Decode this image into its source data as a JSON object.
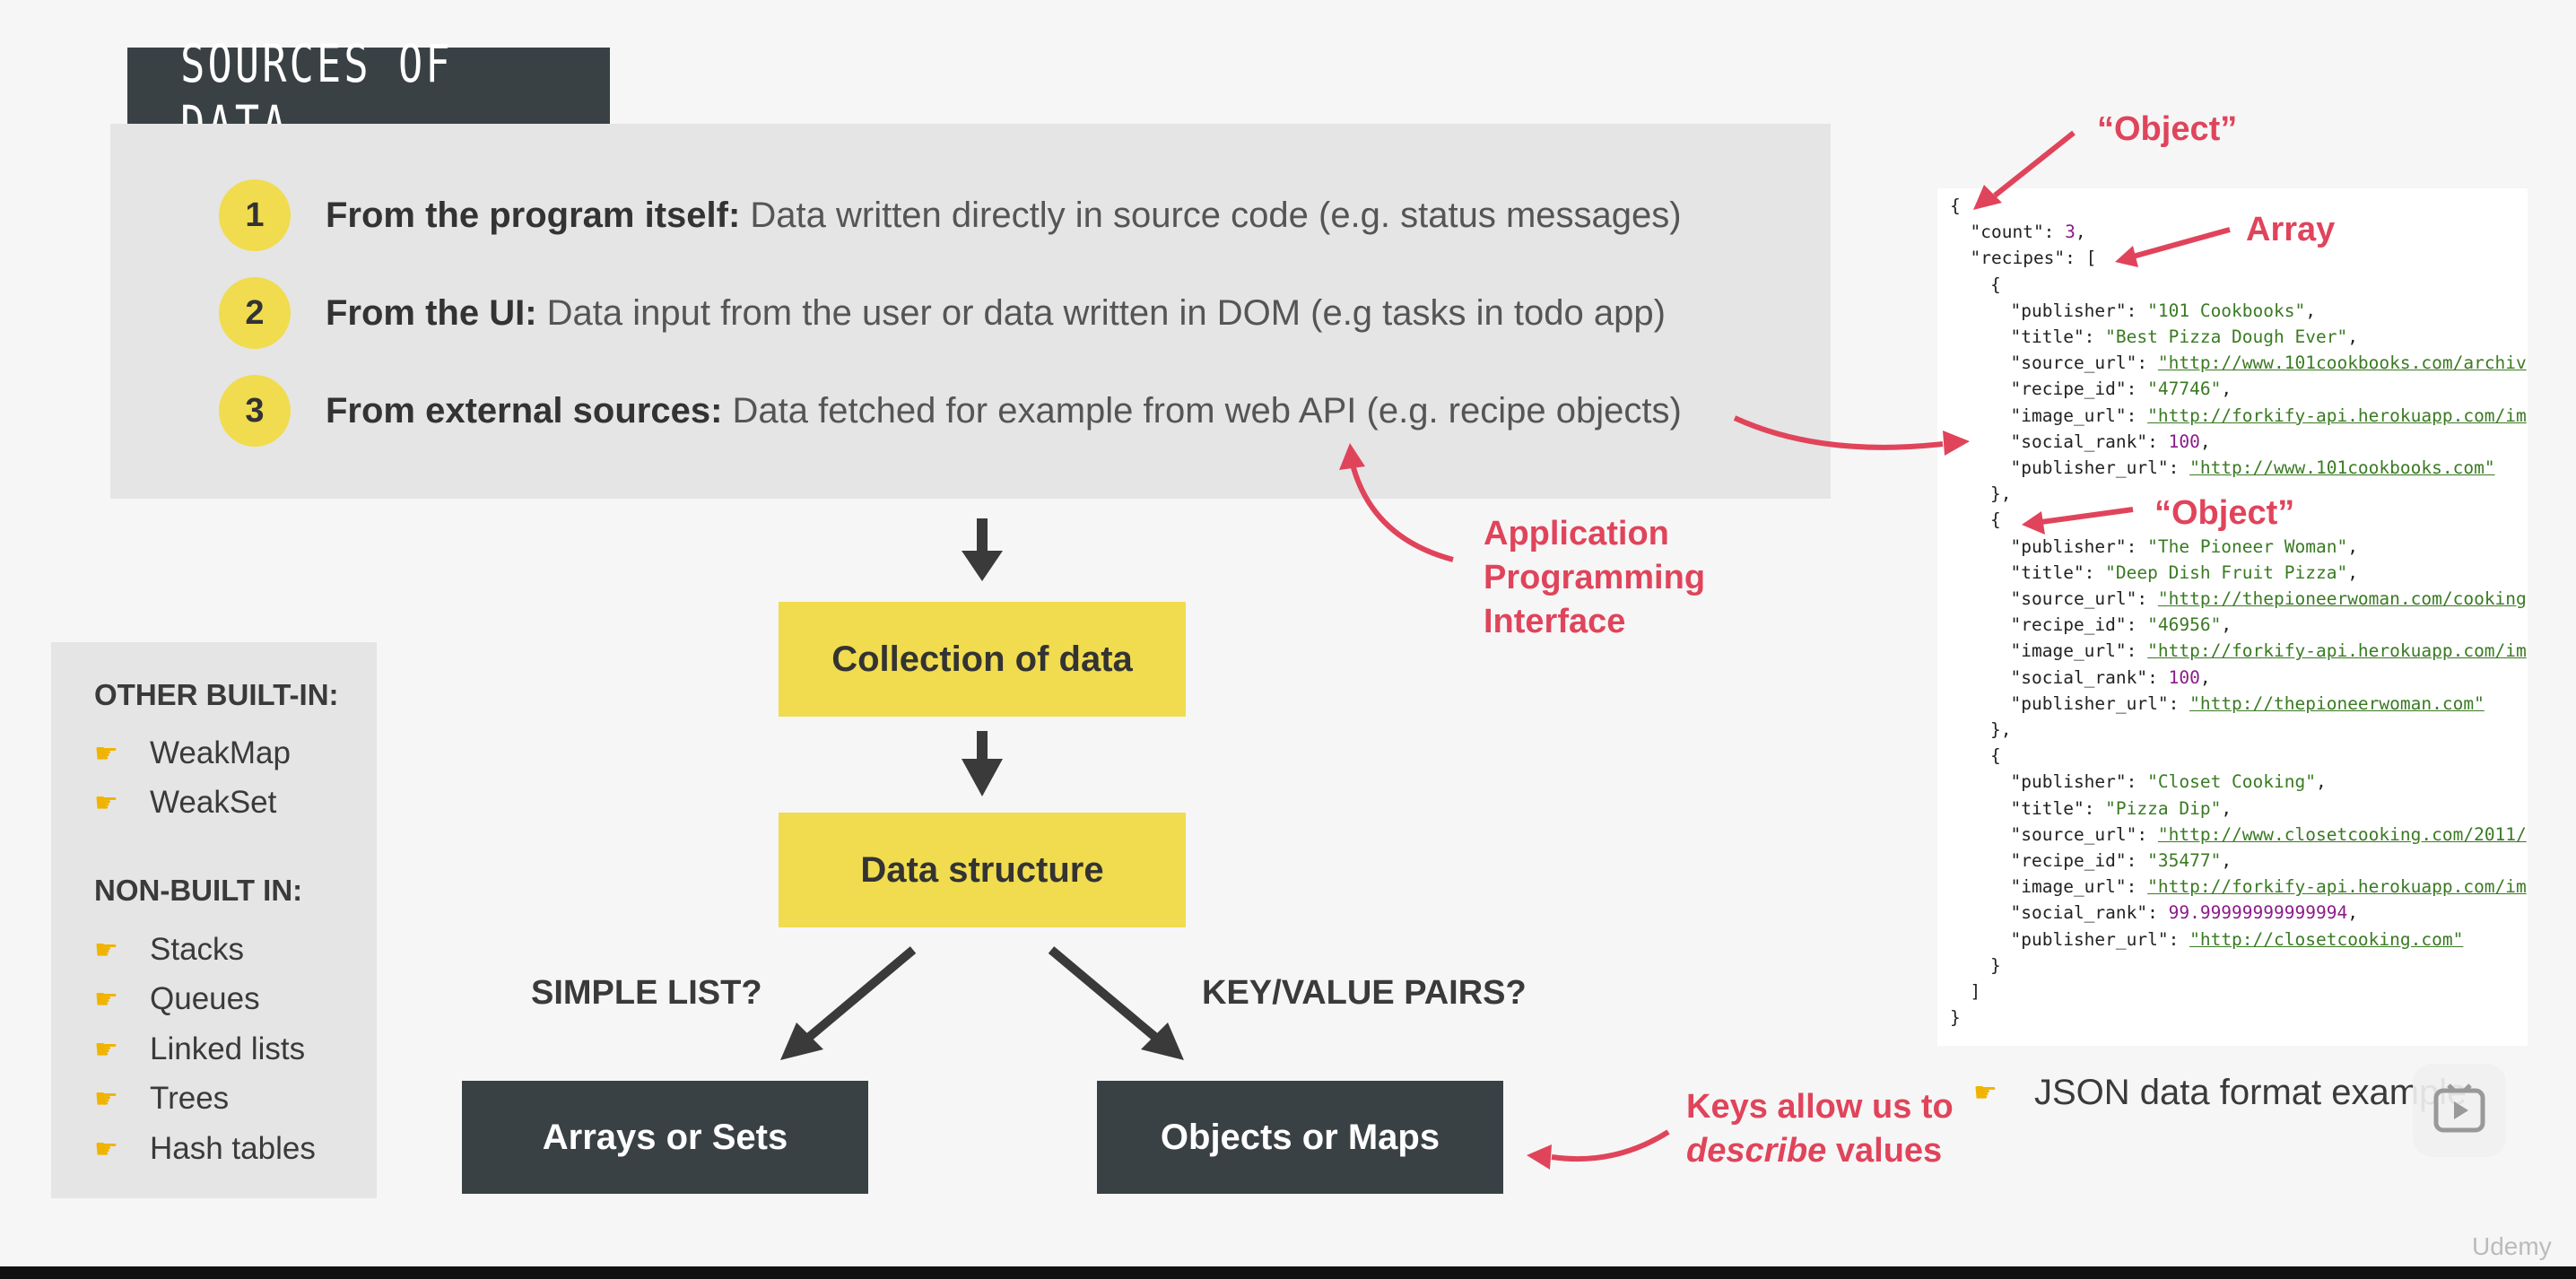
{
  "title": "SOURCES OF DATA",
  "sources": [
    {
      "num": "1",
      "label": "From the program itself:",
      "desc": " Data written directly in source code (e.g. status messages)"
    },
    {
      "num": "2",
      "label": "From the UI:",
      "desc": " Data input from the user or data written in DOM (e.g tasks in todo app)"
    },
    {
      "num": "3",
      "label": "From external sources:",
      "desc": " Data fetched for example from web API (e.g. recipe objects)"
    }
  ],
  "flow": {
    "collection": "Collection of data",
    "structure": "Data structure",
    "simple_q": "SIMPLE LIST?",
    "kv_q": "KEY/VALUE PAIRS?",
    "arrays": "Arrays or Sets",
    "objects": "Objects or Maps"
  },
  "api_note": [
    "Application",
    "Programming",
    "Interface"
  ],
  "keys_note": {
    "line1": "Keys allow us to",
    "em": "describe",
    "rest": " values"
  },
  "sidebar": {
    "builtin_heading": "OTHER BUILT-IN:",
    "builtin": [
      "WeakMap",
      "WeakSet"
    ],
    "nonbuiltin_heading": "NON-BUILT IN:",
    "nonbuiltin": [
      "Stacks",
      "Queues",
      "Linked lists",
      "Trees",
      "Hash tables"
    ]
  },
  "annotations": {
    "object_top": "“Object”",
    "array": "Array",
    "object_mid": "“Object”"
  },
  "json_lines": [
    {
      "i": 0,
      "t": [
        [
          "p",
          "{"
        ]
      ]
    },
    {
      "i": 1,
      "t": [
        [
          "p",
          "\"count\": "
        ],
        [
          "n",
          "3"
        ],
        [
          "p",
          ","
        ]
      ]
    },
    {
      "i": 1,
      "t": [
        [
          "p",
          "\"recipes\": ["
        ]
      ]
    },
    {
      "i": 2,
      "t": [
        [
          "p",
          "{"
        ]
      ]
    },
    {
      "i": 3,
      "t": [
        [
          "p",
          "\"publisher\": "
        ],
        [
          "s",
          "\"101 Cookbooks\""
        ],
        [
          "p",
          ","
        ]
      ]
    },
    {
      "i": 3,
      "t": [
        [
          "p",
          "\"title\": "
        ],
        [
          "s",
          "\"Best Pizza Dough Ever\""
        ],
        [
          "p",
          ","
        ]
      ]
    },
    {
      "i": 3,
      "t": [
        [
          "p",
          "\"source_url\": "
        ],
        [
          "u",
          "\"http://www.101cookbooks.com/archiv"
        ]
      ]
    },
    {
      "i": 3,
      "t": [
        [
          "p",
          "\"recipe_id\": "
        ],
        [
          "s",
          "\"47746\""
        ],
        [
          "p",
          ","
        ]
      ]
    },
    {
      "i": 3,
      "t": [
        [
          "p",
          "\"image_url\": "
        ],
        [
          "u",
          "\"http://forkify-api.herokuapp.com/im"
        ]
      ]
    },
    {
      "i": 3,
      "t": [
        [
          "p",
          "\"social_rank\": "
        ],
        [
          "n",
          "100"
        ],
        [
          "p",
          ","
        ]
      ]
    },
    {
      "i": 3,
      "t": [
        [
          "p",
          "\"publisher_url\": "
        ],
        [
          "u",
          "\"http://www.101cookbooks.com\""
        ]
      ]
    },
    {
      "i": 2,
      "t": [
        [
          "p",
          "},"
        ]
      ]
    },
    {
      "i": 2,
      "t": [
        [
          "p",
          "{"
        ]
      ]
    },
    {
      "i": 3,
      "t": [
        [
          "p",
          "\"publisher\": "
        ],
        [
          "s",
          "\"The Pioneer Woman\""
        ],
        [
          "p",
          ","
        ]
      ]
    },
    {
      "i": 3,
      "t": [
        [
          "p",
          "\"title\": "
        ],
        [
          "s",
          "\"Deep Dish Fruit Pizza\""
        ],
        [
          "p",
          ","
        ]
      ]
    },
    {
      "i": 3,
      "t": [
        [
          "p",
          "\"source_url\": "
        ],
        [
          "u",
          "\"http://thepioneerwoman.com/cooking"
        ]
      ]
    },
    {
      "i": 3,
      "t": [
        [
          "p",
          "\"recipe_id\": "
        ],
        [
          "s",
          "\"46956\""
        ],
        [
          "p",
          ","
        ]
      ]
    },
    {
      "i": 3,
      "t": [
        [
          "p",
          "\"image_url\": "
        ],
        [
          "u",
          "\"http://forkify-api.herokuapp.com/im"
        ]
      ]
    },
    {
      "i": 3,
      "t": [
        [
          "p",
          "\"social_rank\": "
        ],
        [
          "n",
          "100"
        ],
        [
          "p",
          ","
        ]
      ]
    },
    {
      "i": 3,
      "t": [
        [
          "p",
          "\"publisher_url\": "
        ],
        [
          "u",
          "\"http://thepioneerwoman.com\""
        ]
      ]
    },
    {
      "i": 2,
      "t": [
        [
          "p",
          "},"
        ]
      ]
    },
    {
      "i": 2,
      "t": [
        [
          "p",
          "{"
        ]
      ]
    },
    {
      "i": 3,
      "t": [
        [
          "p",
          "\"publisher\": "
        ],
        [
          "s",
          "\"Closet Cooking\""
        ],
        [
          "p",
          ","
        ]
      ]
    },
    {
      "i": 3,
      "t": [
        [
          "p",
          "\"title\": "
        ],
        [
          "s",
          "\"Pizza Dip\""
        ],
        [
          "p",
          ","
        ]
      ]
    },
    {
      "i": 3,
      "t": [
        [
          "p",
          "\"source_url\": "
        ],
        [
          "u",
          "\"http://www.closetcooking.com/2011/"
        ]
      ]
    },
    {
      "i": 3,
      "t": [
        [
          "p",
          "\"recipe_id\": "
        ],
        [
          "s",
          "\"35477\""
        ],
        [
          "p",
          ","
        ]
      ]
    },
    {
      "i": 3,
      "t": [
        [
          "p",
          "\"image_url\": "
        ],
        [
          "u",
          "\"http://forkify-api.herokuapp.com/im"
        ]
      ]
    },
    {
      "i": 3,
      "t": [
        [
          "p",
          "\"social_rank\": "
        ],
        [
          "n",
          "99.99999999999994"
        ],
        [
          "p",
          ","
        ]
      ]
    },
    {
      "i": 3,
      "t": [
        [
          "p",
          "\"publisher_url\": "
        ],
        [
          "u",
          "\"http://closetcooking.com\""
        ]
      ]
    },
    {
      "i": 2,
      "t": [
        [
          "p",
          "}"
        ]
      ]
    },
    {
      "i": 1,
      "t": [
        [
          "p",
          "]"
        ]
      ]
    },
    {
      "i": 0,
      "t": [
        [
          "p",
          "}"
        ]
      ]
    }
  ],
  "json_caption": "JSON data format example",
  "watermark": "Udemy",
  "colors": {
    "yellow": "#f0dc4e",
    "dark": "#3a4145",
    "red": "#e0445b",
    "panel": "#e5e5e5"
  }
}
